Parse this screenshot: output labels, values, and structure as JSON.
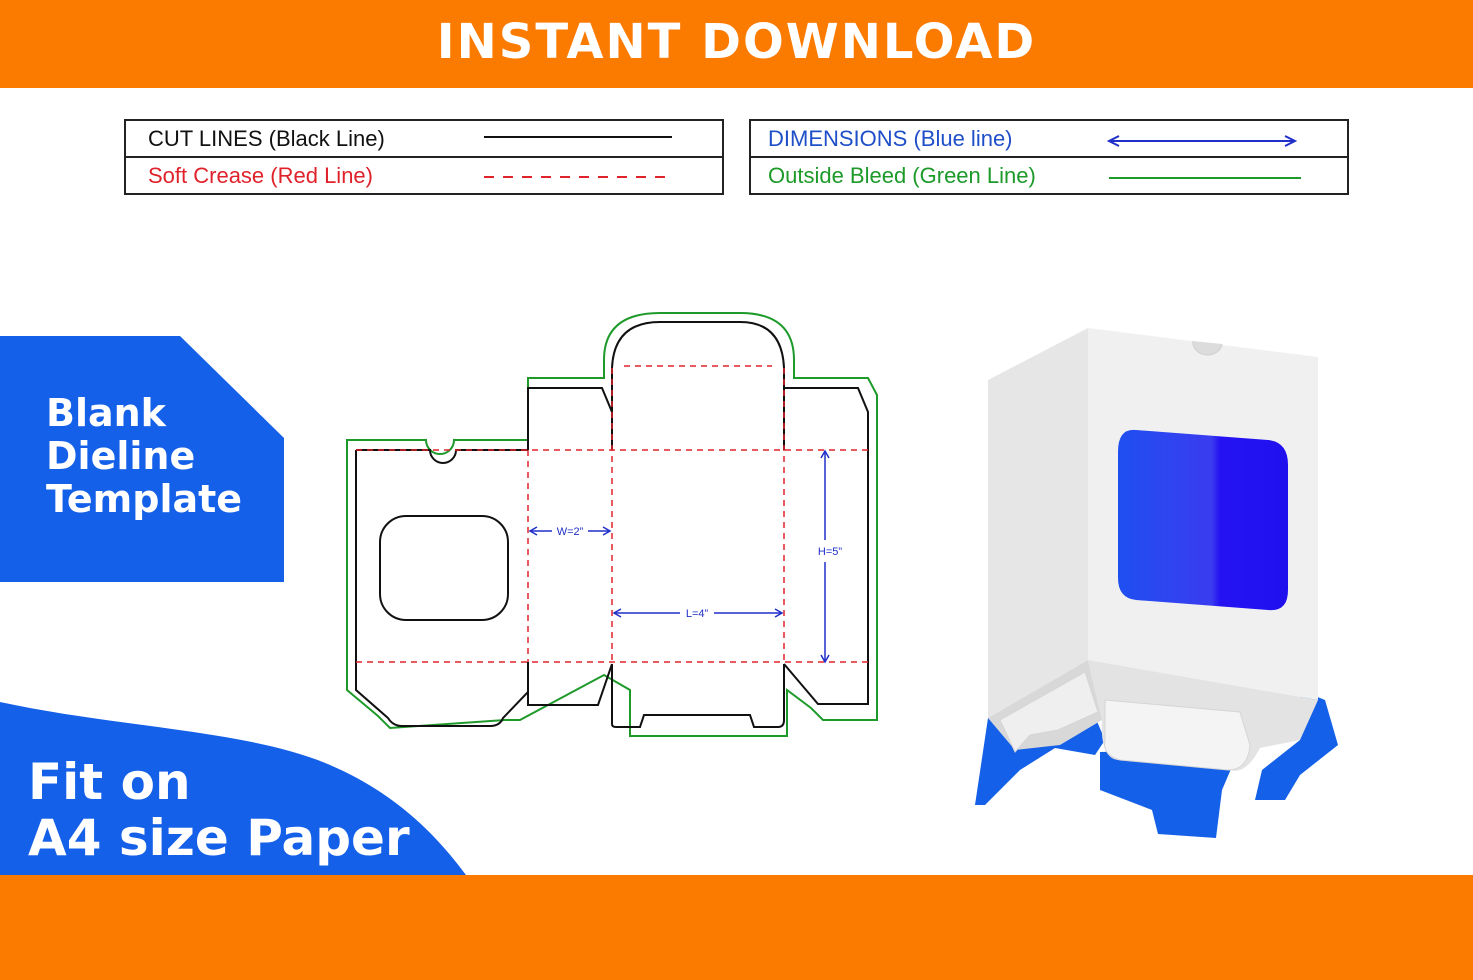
{
  "header": {
    "title": "INSTANT DOWNLOAD"
  },
  "legend": {
    "cut_lines": "CUT LINES (Black Line)",
    "soft_crease": "Soft Crease (Red Line)",
    "dimensions": "DIMENSIONS (Blue line)",
    "outside_bleed": "Outside Bleed (Green Line)"
  },
  "badge": {
    "lines": [
      "Blank",
      "Dieline",
      "Template"
    ]
  },
  "footer_badge": {
    "lines": [
      "Fit on",
      "A4 size Paper"
    ]
  },
  "dieline": {
    "width_label": "W=2”",
    "length_label": "L=4”",
    "height_label": "H=5”"
  },
  "colors": {
    "orange": "#fb7a00",
    "blue_panel": "#1560e8",
    "cut": "#111111",
    "crease": "#e0232b",
    "dimension": "#1f2fc8",
    "bleed": "#1d9a2a"
  }
}
